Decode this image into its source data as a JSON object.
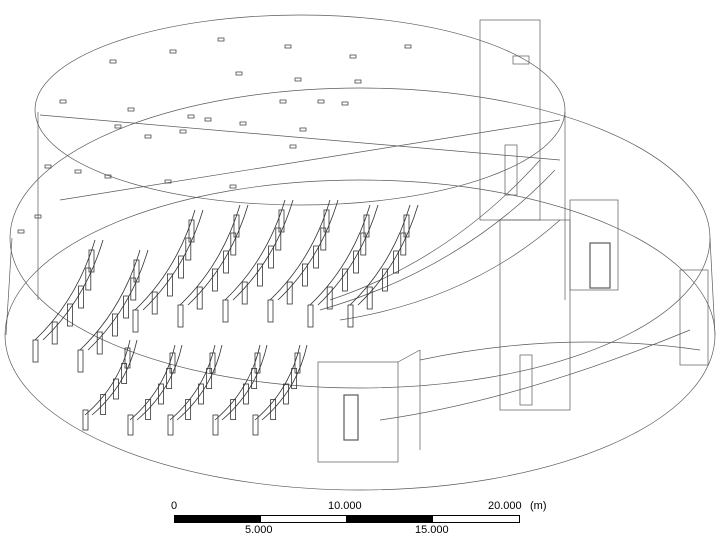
{
  "scale_bar": {
    "unit": "(m)",
    "ticks_top": [
      "0",
      "10.000",
      "20.000"
    ],
    "ticks_bottom": [
      "5.000",
      "15.000"
    ],
    "segment_fill": [
      "#000000",
      "#ffffff",
      "#000000",
      "#ffffff"
    ]
  },
  "drawing": {
    "line_color": "#4a4a4a",
    "background": "#ffffff"
  }
}
